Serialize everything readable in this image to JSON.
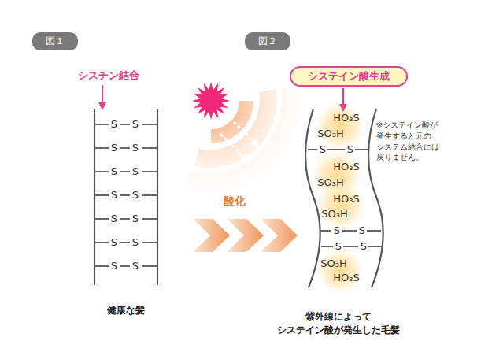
{
  "diagram": {
    "nodes": [
      {
        "text": [
          "図１"
        ]
      },
      {
        "text": [
          "図２"
        ]
      },
      {
        "text": [
          "システイン酸生成"
        ]
      }
    ],
    "edges": [],
    "labels": [
      "シスチン結合",
      "S",
      "S",
      "S",
      "S",
      "S",
      "S",
      "S",
      "S",
      "S",
      "S",
      "S",
      "S",
      "S",
      "S",
      "健康な髪",
      "酸化",
      "HO₃S",
      "SO₃H",
      "S",
      "S",
      "HO₃S",
      "SO₃H",
      "HO₃S",
      "SO₃H",
      "S",
      "S",
      "S",
      "S",
      "SO₃H",
      "HO₃S",
      "※システイン酸が 発生すると元の システム結合には 戻りません。",
      "紫外線によって システイン酸が発生した毛髪"
    ]
  }
}
